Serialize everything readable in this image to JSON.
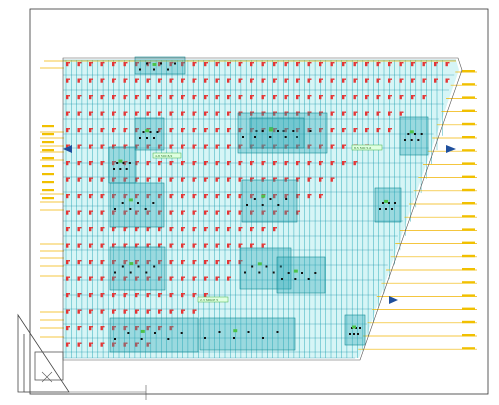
{
  "drawing": {
    "callouts": [
      "4-8 500 8/2",
      "8.5 500 5-6",
      "2.3 SPACE 5"
    ],
    "icons": {
      "left_arrow": "filled-triangle-arrow-left",
      "right_arrow": "filled-triangle-arrow-right",
      "down_arrow": "filled-triangle-arrow-down"
    },
    "colors": {
      "grid": "#20a6b3",
      "cluster": "#2aa7b4",
      "column_tag": "#e43535",
      "yellow_annotation": "#f0b400",
      "arrow": "#1f4f9c",
      "green_label": "#43b047"
    }
  }
}
